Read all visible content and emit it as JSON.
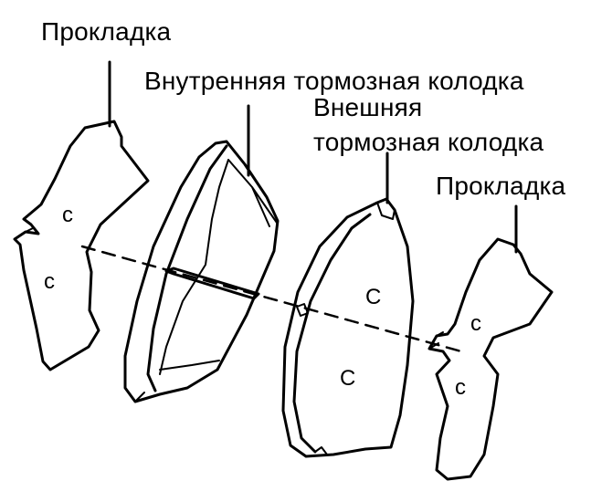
{
  "labels": {
    "shim_left": "Прокладка",
    "inner_pad": "Внутренняя тормозная колодка",
    "outer_pad_line1": "Внешняя",
    "outer_pad_line2": "тормозная колодка",
    "shim_right": "Прокладка"
  },
  "part_marks": {
    "shim_left_upper": "c",
    "shim_left_lower": "c",
    "outer_pad_upper": "C",
    "outer_pad_lower": "C",
    "shim_right_upper": "c",
    "shim_right_lower": "c"
  }
}
